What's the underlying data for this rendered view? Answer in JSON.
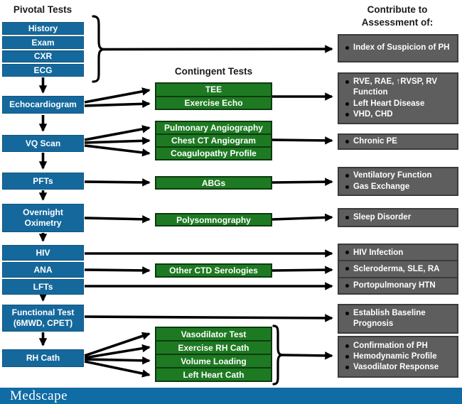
{
  "headers": {
    "pivotal": "Pivotal Tests",
    "contingent": "Contingent Tests",
    "contribute_line1": "Contribute to",
    "contribute_line2": "Assessment of:"
  },
  "pivotal_tests": {
    "history": "History",
    "exam": "Exam",
    "cxr": "CXR",
    "ecg": "ECG",
    "echocardiogram": "Echocardiogram",
    "vq_scan": "VQ Scan",
    "pfts": "PFTs",
    "overnight_oximetry": "Overnight Oximetry",
    "hiv": "HIV",
    "ana": "ANA",
    "lfts": "LFTs",
    "functional_test": "Functional Test (6MWD, CPET)",
    "rh_cath": "RH Cath"
  },
  "contingent_tests": {
    "tee": "TEE",
    "exercise_echo": "Exercise Echo",
    "pulmonary_angiography": "Pulmonary Angiography",
    "chest_ct_angiogram": "Chest CT Angiogram",
    "coagulopathy_profile": "Coagulopathy Profile",
    "abgs": "ABGs",
    "polysomnography": "Polysomnography",
    "other_ctd_serologies": "Other CTD Serologies",
    "vasodilator_test": "Vasodilator Test",
    "exercise_rh_cath": "Exercise RH Cath",
    "volume_loading": "Volume Loading",
    "left_heart_cath": "Left Heart Cath"
  },
  "assessments": {
    "index_suspicion": "Index of Suspicion of PH",
    "rv_findings": "RVE, RAE, ↑RVSP, RV Function",
    "left_heart_disease": "Left Heart Disease",
    "vhd_chd": "VHD, CHD",
    "chronic_pe": "Chronic PE",
    "ventilatory_function": "Ventilatory Function",
    "gas_exchange": "Gas Exchange",
    "sleep_disorder": "Sleep Disorder",
    "hiv_infection": "HIV Infection",
    "scleroderma": "Scleroderma, SLE, RA",
    "portopulmonary_htn": "Portopulmonary HTN",
    "establish_baseline": "Establish Baseline Prognosis",
    "confirmation_ph": "Confirmation of PH",
    "hemodynamic_profile": "Hemodynamic Profile",
    "vasodilator_response": "Vasodilator Response"
  },
  "footer": {
    "brand": "Medscape"
  },
  "colors": {
    "pivotal_blue": "#15689C",
    "contingent_green": "#1E7A22",
    "assessment_gray": "#5E5E5E",
    "footer_blue": "#0F6CA4",
    "arrow": "#000000"
  }
}
